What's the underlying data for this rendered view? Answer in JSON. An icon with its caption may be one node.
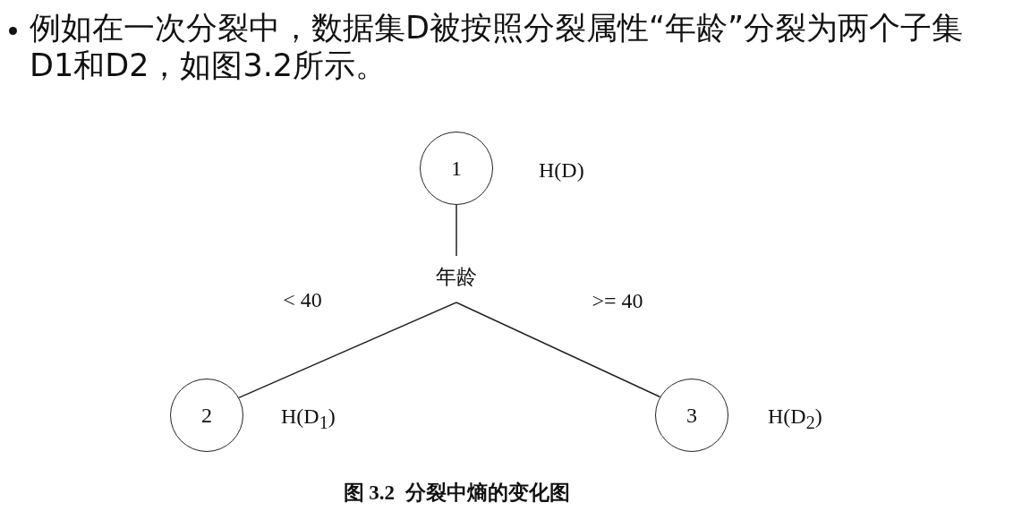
{
  "diagram": {
    "caption": "图 3.2  分裂中熵的变化图",
    "nodes": [
      {
        "text": [
          "1"
        ],
        "beside": [
          "H(D)"
        ]
      },
      {
        "text": [
          "年龄"
        ]
      },
      {
        "text": [
          "2"
        ],
        "beside": [
          "H(D$_{1}$)"
        ]
      },
      {
        "text": [
          "3"
        ],
        "beside": [
          "H(D$_{2}$)"
        ]
      }
    ],
    "edges": [
      {
        "from": 0,
        "to": 1,
        "arrow": "none"
      },
      {
        "from": 1,
        "to": 2,
        "arrow": "none",
        "label": "< 40"
      },
      {
        "from": 1,
        "to": 3,
        "arrow": "none",
        "label": ">= 40"
      }
    ],
    "labels": [
      "例如在一次分裂中，数据集D被按照分裂属性“年龄”分裂为两个子集D1和D2，如图3.2所示。"
    ]
  }
}
